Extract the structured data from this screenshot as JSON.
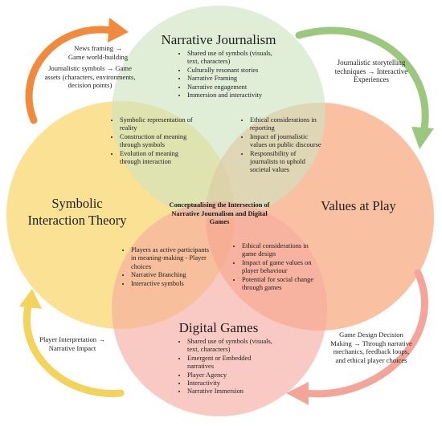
{
  "center": {
    "title": "Conceptualising the Intersection of Narrative Journalism and Digital Games"
  },
  "circles": {
    "top": {
      "title": "Narrative Journalism",
      "color": "#cde3c0",
      "items": [
        "Shared use of symbols (visuals, text, characters)",
        "Culturally resonant stories",
        "Narrative Framing",
        "Narrative engagement",
        "Immersion and interactivity"
      ]
    },
    "left": {
      "title_line1": "Symbolic",
      "title_line2": "Interaction Theory",
      "color": "#f8d56a"
    },
    "right": {
      "title": "Values at Play",
      "color": "#f7a77d"
    },
    "bottom": {
      "title": "Digital Games",
      "color": "#f6aaa0",
      "items": [
        "Shared use of symbols (visuals, text, characters)",
        "Emergent or Embedded narratives",
        "Player Agency",
        "Interactivity",
        "Narrative Immersion"
      ]
    }
  },
  "overlaps": {
    "top_left": [
      "Symbolic representation of reality",
      "Construction of meaning through symbols",
      "Evolution of meaning through interaction"
    ],
    "top_right": [
      "Ethical considerations in reporting",
      "Impact of journalistic values on public discourse",
      "Responsibility of journalists to uphold societal values"
    ],
    "bottom_left": [
      "Players as active participants in meaning-making - Player choices",
      "Narrative Branching",
      "Interactive symbols"
    ],
    "bottom_right": [
      "Ethical considerations in game design",
      "Impact of game values on player behaviour",
      "Potential for social change through games"
    ]
  },
  "side_notes": {
    "top_left_a": "News framing → Game world-building",
    "top_left_b": "Journalistic symbols → Game assets (characters, environments, decision points)",
    "top_right": "Journalistic storytelling techniques → Interactive Experiences",
    "bottom_left": "Player Interpretation → Narrative Impact",
    "bottom_right": "Game Design Decision Making → Through narrative mechanics, feedback loops, and ethical player choices"
  },
  "arrows": {
    "top_left_color": "#f08a3c",
    "top_right_color": "#9cc77f",
    "bottom_left_color": "#f3d35b",
    "bottom_right_color": "#f4a59a"
  }
}
